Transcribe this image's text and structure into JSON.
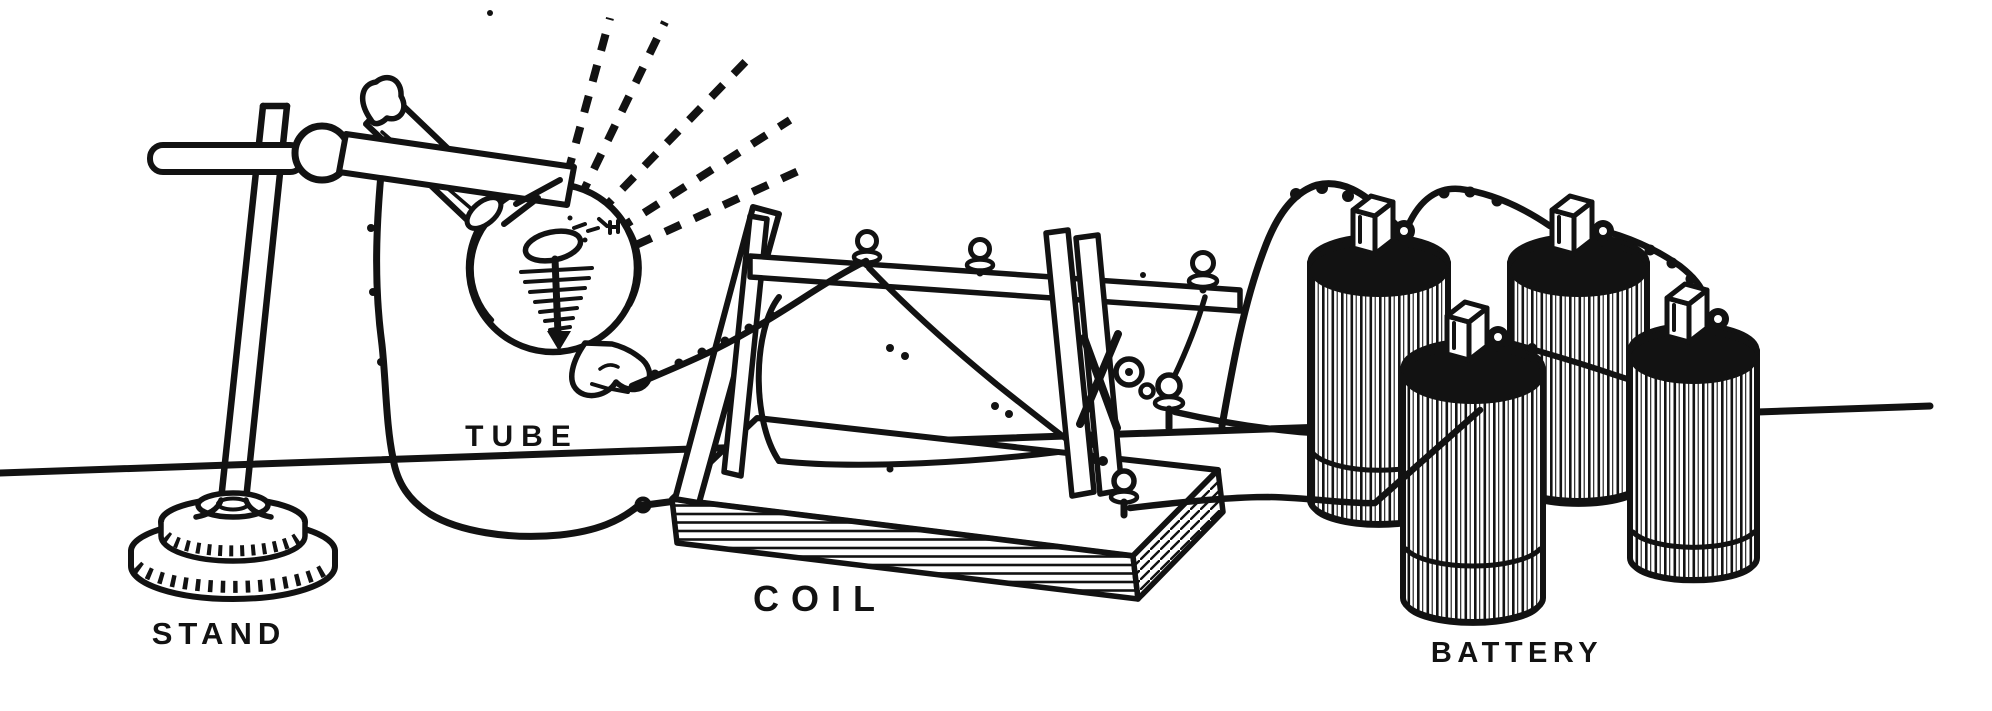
{
  "diagram": {
    "labels": {
      "stand": "STAND",
      "tube": "TUBE",
      "coil": "COIL",
      "battery": "BATTERY"
    },
    "colors": {
      "ink": "#121212",
      "background": "#ffffff"
    }
  }
}
